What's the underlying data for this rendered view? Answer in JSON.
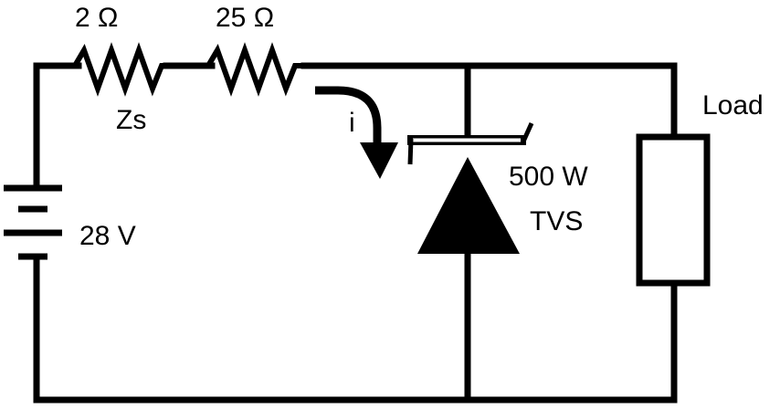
{
  "resistor_1": {
    "value": "2 Ω",
    "caption": "Zs"
  },
  "resistor_2": {
    "value": "25 Ω"
  },
  "source": {
    "label": "28 V"
  },
  "current": {
    "label": "i"
  },
  "tvs": {
    "rating": "500 W",
    "name": "TVS"
  },
  "load": {
    "label": "Load"
  },
  "colors": {
    "line": "#000000",
    "background": "#ffffff"
  }
}
